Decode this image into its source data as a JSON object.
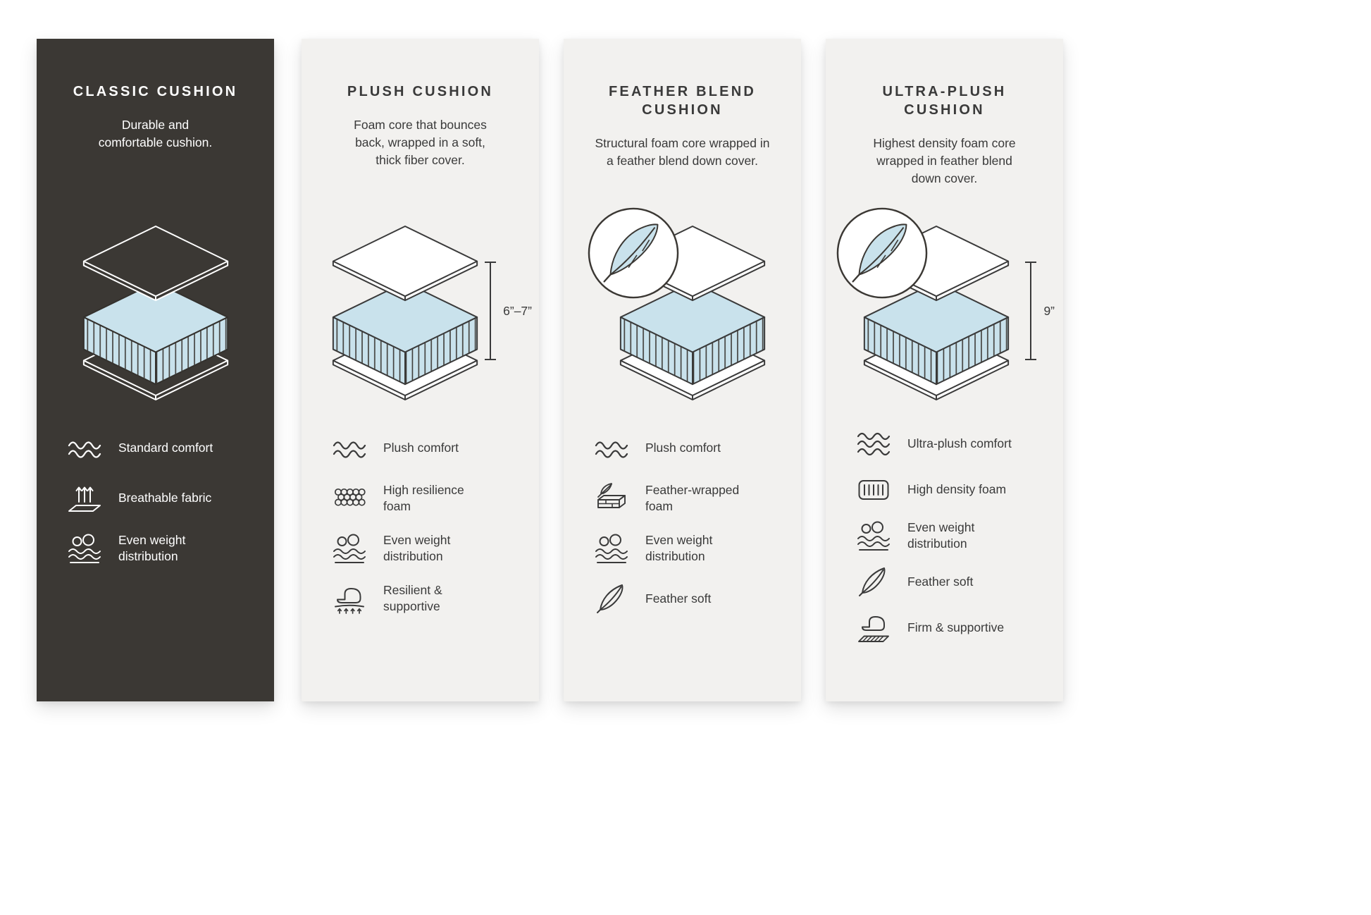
{
  "colors": {
    "page_background": "#ffffff",
    "dark_panel": "#3b3834",
    "light_panel": "#f2f1ef",
    "accent_blue": "#c9e2ec",
    "line_dark": "#3a3a3a",
    "text_light": "#ffffff"
  },
  "panels": [
    {
      "id": "classic",
      "theme": "dark",
      "title": "CLASSIC CUSHION",
      "description": "Durable and\ncomfortable cushion.",
      "diagram": {
        "type": "layered-cushion",
        "badge": null,
        "measurement": null
      },
      "features": [
        {
          "icon": "waves2",
          "label": "Standard comfort"
        },
        {
          "icon": "breathable",
          "label": "Breathable fabric"
        },
        {
          "icon": "weight",
          "label": "Even weight\ndistribution"
        }
      ]
    },
    {
      "id": "plush",
      "theme": "light",
      "title": "PLUSH CUSHION",
      "description": "Foam core that bounces\nback, wrapped in a soft,\nthick fiber cover.",
      "diagram": {
        "type": "layered-cushion",
        "badge": null,
        "measurement": "6”–7”"
      },
      "features": [
        {
          "icon": "waves2",
          "label": "Plush comfort"
        },
        {
          "icon": "foam-bubbles",
          "label": "High resilience\nfoam"
        },
        {
          "icon": "weight",
          "label": "Even weight\ndistribution"
        },
        {
          "icon": "hand-press",
          "label": "Resilient &\nsupportive"
        }
      ]
    },
    {
      "id": "feather-blend",
      "theme": "light",
      "title": "FEATHER BLEND\nCUSHION",
      "description": "Structural foam core wrapped in\na feather blend down cover.",
      "diagram": {
        "type": "layered-cushion",
        "badge": "feather",
        "measurement": null
      },
      "features": [
        {
          "icon": "waves2",
          "label": "Plush comfort"
        },
        {
          "icon": "feather-foam",
          "label": "Feather-wrapped\nfoam"
        },
        {
          "icon": "weight",
          "label": "Even weight\ndistribution"
        },
        {
          "icon": "feather",
          "label": "Feather soft"
        }
      ]
    },
    {
      "id": "ultra-plush",
      "theme": "light",
      "title": "ULTRA-PLUSH\nCUSHION",
      "description": "Highest density foam core\nwrapped in feather blend\ndown cover.",
      "diagram": {
        "type": "layered-cushion",
        "badge": "feather",
        "measurement": "9”"
      },
      "features": [
        {
          "icon": "waves3",
          "label": "Ultra-plush comfort"
        },
        {
          "icon": "hd-foam",
          "label": "High density foam"
        },
        {
          "icon": "weight",
          "label": "Even weight\ndistribution"
        },
        {
          "icon": "feather",
          "label": "Feather soft"
        },
        {
          "icon": "firm-support",
          "label": "Firm & supportive"
        }
      ]
    }
  ]
}
